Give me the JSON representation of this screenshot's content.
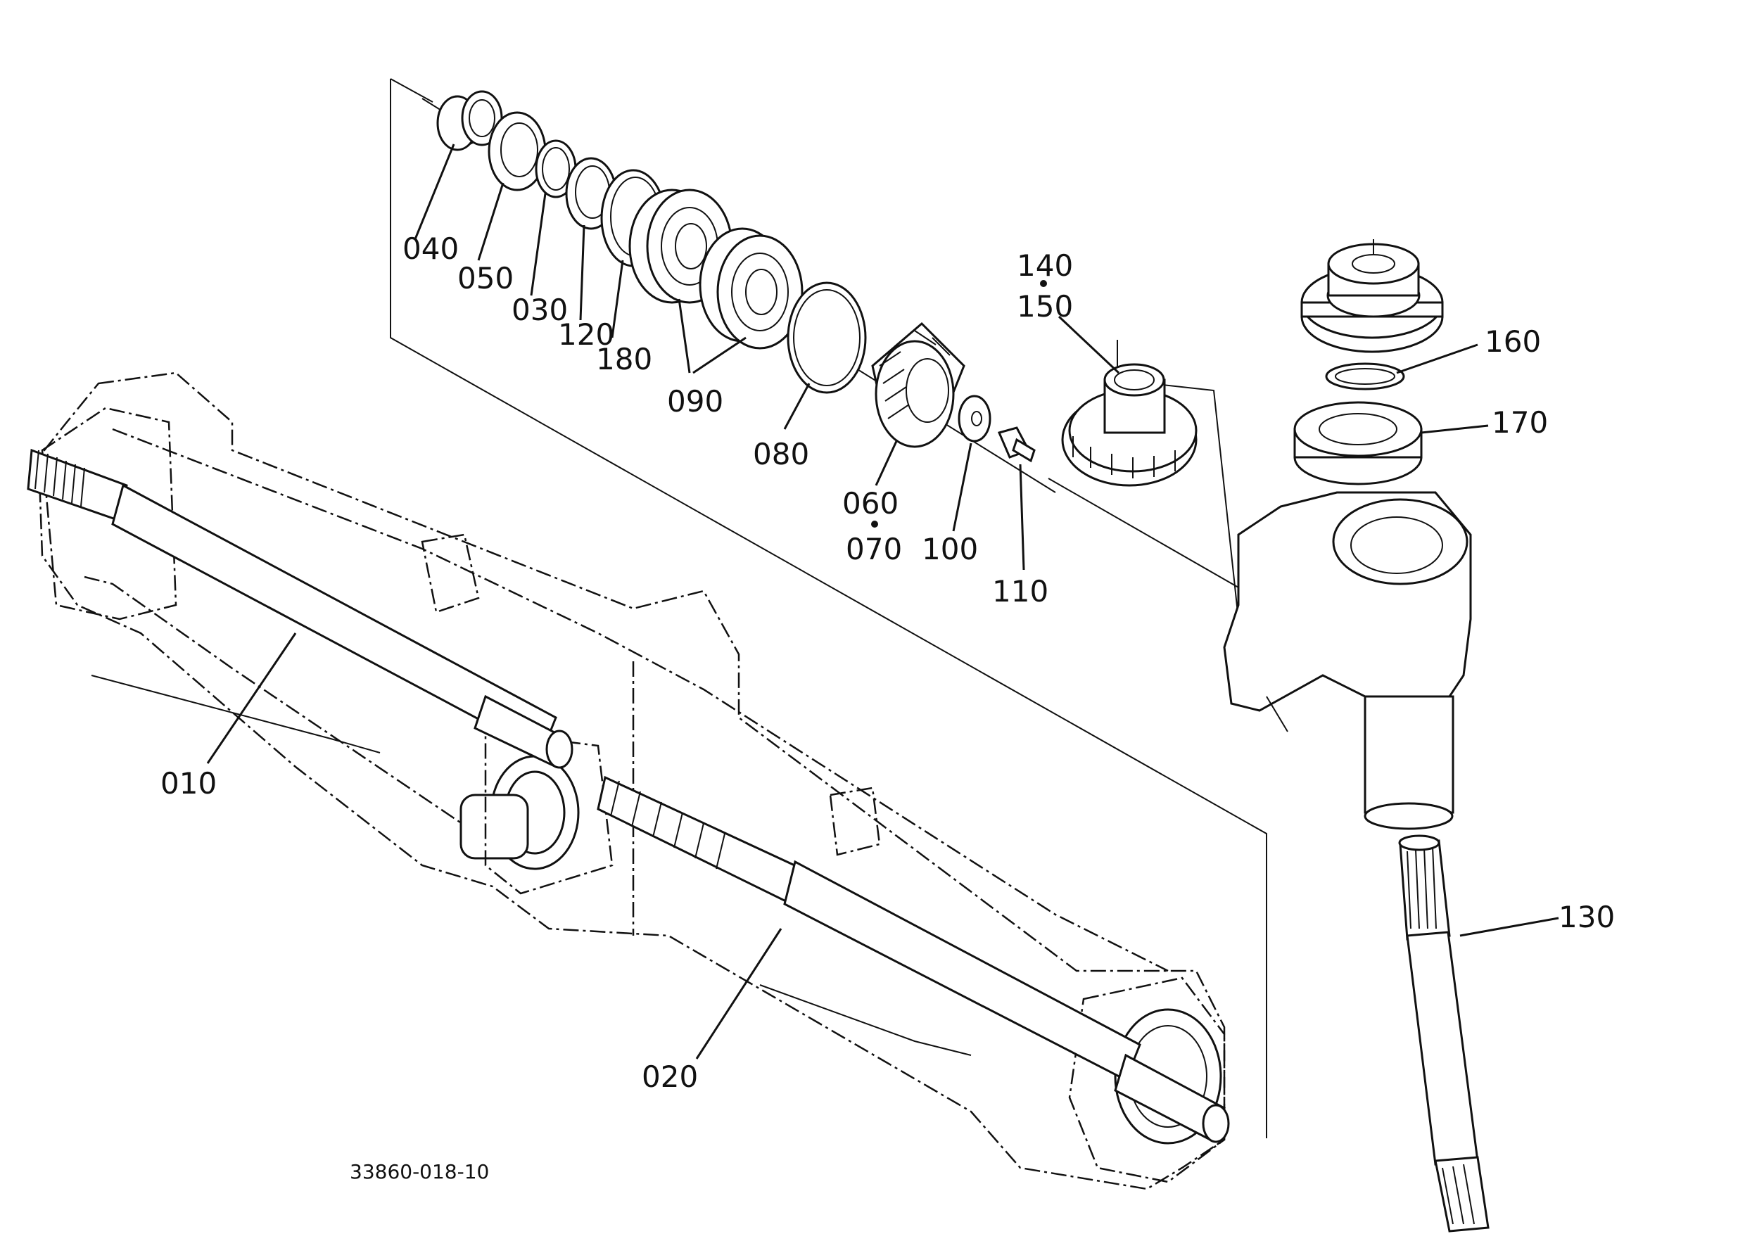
{
  "labels": {
    "p040": "040",
    "p050": "050",
    "p030": "030",
    "p120": "120",
    "p180": "180",
    "p090": "090",
    "p080": "080",
    "p060": "060",
    "p070": "070",
    "p100": "100",
    "p110": "110",
    "p140": "140",
    "p150": "150",
    "p160": "160",
    "p170": "170",
    "p010": "010",
    "p020": "020",
    "p130": "130"
  },
  "drawing_code": "33860-018-10"
}
